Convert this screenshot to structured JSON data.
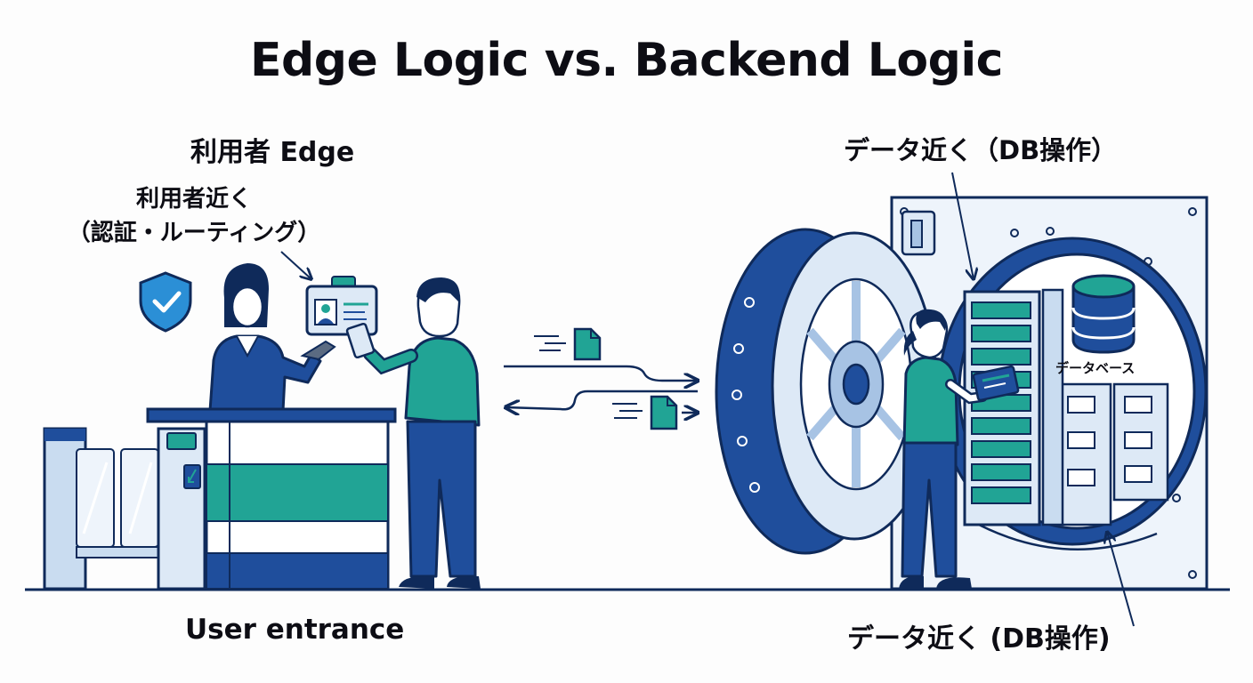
{
  "title": "Edge Logic vs. Backend Logic",
  "left": {
    "heading": "利用者 Edge",
    "note_line1": "利用者近く",
    "note_line2": "（認証・ルーティング）",
    "footer": "User entrance"
  },
  "right": {
    "heading": "データ近く（DB操作）",
    "database_label": "データベース",
    "footer": "データ近く (DB操作)"
  },
  "colors": {
    "navy": "#1f4e9c",
    "teal": "#21a495",
    "light_blue": "#dde9f6",
    "outline": "#0f2a5a"
  }
}
